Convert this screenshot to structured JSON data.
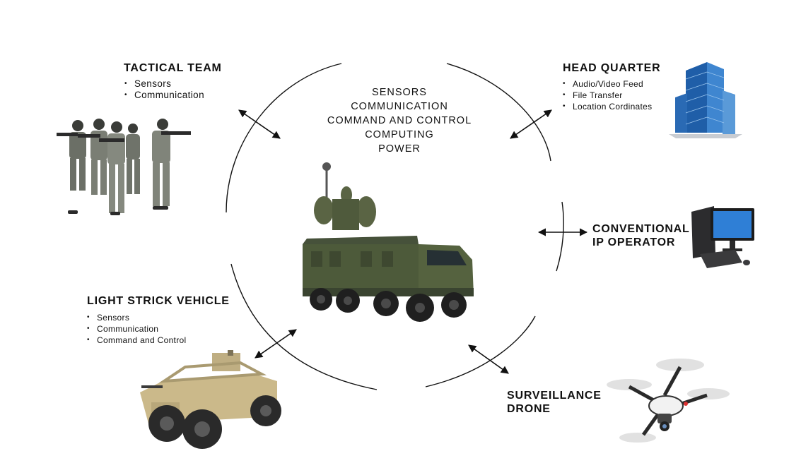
{
  "center_capabilities": [
    "SENSORS",
    "COMMUNICATION",
    "COMMAND AND CONTROL",
    "COMPUTING",
    "POWER"
  ],
  "tactical_team": {
    "title": "TACTICAL TEAM",
    "items": [
      "Sensors",
      "Communication"
    ]
  },
  "head_quarter": {
    "title": "HEAD QUARTER",
    "items": [
      "Audio/Video Feed",
      "File Transfer",
      "Location Cordinates"
    ]
  },
  "conventional_ip": {
    "title_line1": "CONVENTIONAL",
    "title_line2": "IP OPERATOR"
  },
  "light_strike_vehicle": {
    "title": "LIGHT STRICK VEHICLE",
    "items": [
      "Sensors",
      "Communication",
      "Command and Control"
    ]
  },
  "surveillance_drone": {
    "title_line1": "SURVEILLANCE",
    "title_line2": "DRONE"
  },
  "icons": [
    "soldiers-icon",
    "building-icon",
    "computer-icon",
    "buggy-icon",
    "drone-icon",
    "command-truck-icon"
  ],
  "colors": {
    "line": "#111111",
    "truck_green": "#4d5a3a",
    "building_blue": "#2f6fb6",
    "buggy_tan": "#cbb98a"
  }
}
